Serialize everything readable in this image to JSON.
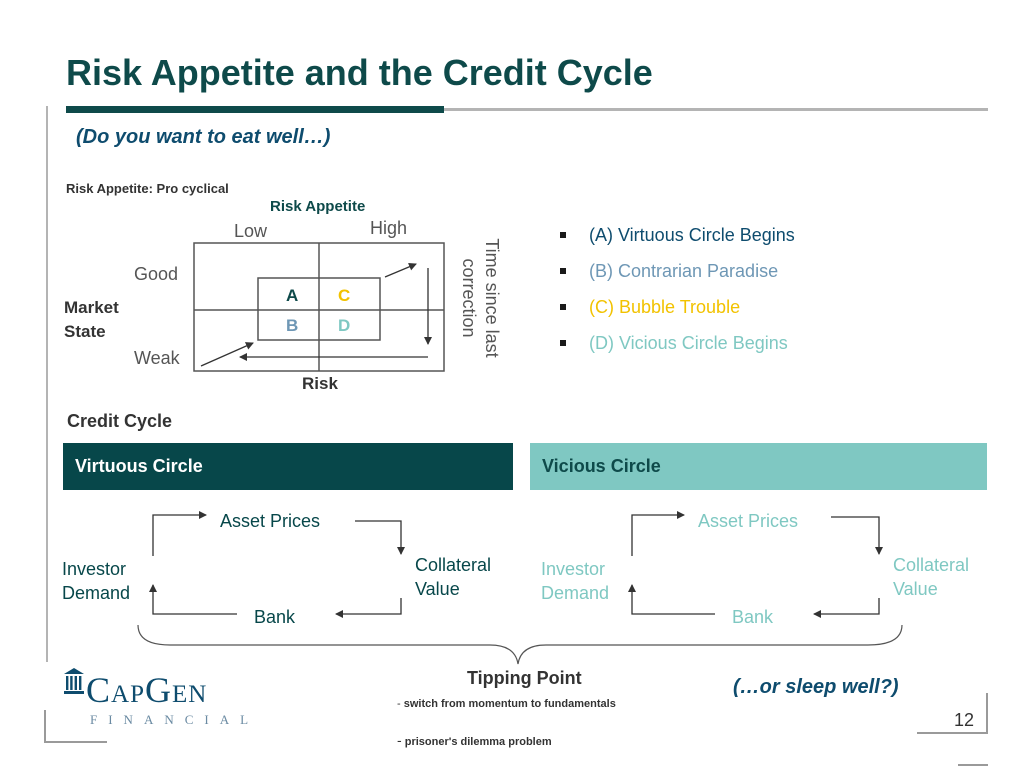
{
  "slide": {
    "title": "Risk Appetite and the Credit Cycle",
    "subtitle": "(Do you want to eat well…)",
    "closing": "(…or sleep well?)",
    "page_number": "12"
  },
  "matrix": {
    "caption": "Risk Appetite: Pro cyclical",
    "top_label": "Risk Appetite",
    "col_low": "Low",
    "col_high": "High",
    "row_good": "Good",
    "row_weak": "Weak",
    "side_label_line1": "Market",
    "side_label_line2": "State",
    "bottom_label": "Risk",
    "time_label": "Time since last correction",
    "cells": {
      "a": "A",
      "b": "B",
      "c": "C",
      "d": "D"
    }
  },
  "phases": [
    {
      "label": "(A) Virtuous Circle Begins",
      "color": "#0e4c6e"
    },
    {
      "label": "(B) Contrarian Paradise",
      "color": "#6e97b5"
    },
    {
      "label": "(C) Bubble Trouble",
      "color": "#f2c200"
    },
    {
      "label": "(D) Vicious Circle Begins",
      "color": "#7fc8c2"
    }
  ],
  "credit_cycle": {
    "heading": "Credit Cycle",
    "virtuous": {
      "title": "Virtuous Circle",
      "asset_prices": "Asset Prices",
      "collateral_line1": "Collateral",
      "collateral_line2": "Value",
      "bank": "Bank",
      "investor_line1": "Investor",
      "investor_line2": "Demand"
    },
    "vicious": {
      "title": "Vicious Circle",
      "asset_prices": "Asset Prices",
      "collateral_line1": "Collateral",
      "collateral_line2": "Value",
      "bank": "Bank",
      "investor_line1": "Investor",
      "investor_line2": "Demand"
    }
  },
  "tipping_point": {
    "title": "Tipping Point",
    "bullets": [
      {
        "dash": "-",
        "text": "switch from momentum to fundamentals"
      },
      {
        "dash": "-",
        "text": "prisoner's dilemma problem"
      }
    ]
  },
  "logo": {
    "name": "CapGen",
    "sub": "FINANCIAL"
  },
  "colors": {
    "title": "#0e4a4a",
    "dark_teal": "#07474a",
    "light_teal": "#7fc8c2",
    "navy": "#0e4c6e",
    "slate_blue": "#6e97b5",
    "gold": "#f2c200"
  }
}
